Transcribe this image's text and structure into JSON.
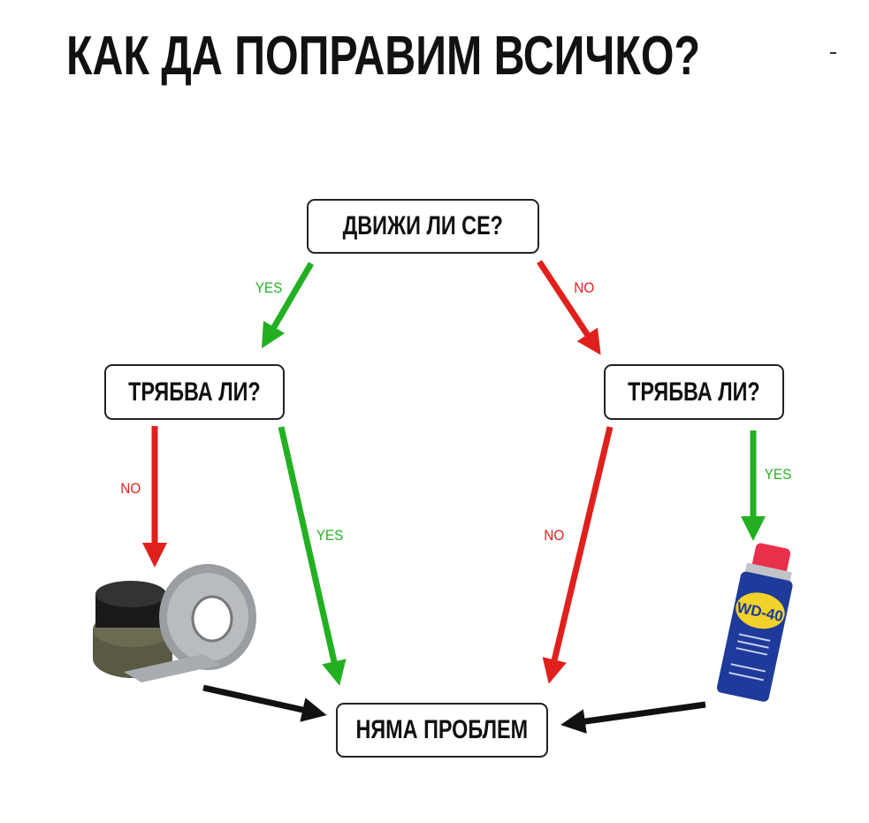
{
  "title": "КАК ДА ПОПРАВИМ ВСИЧКО?",
  "nodes": {
    "start": "ДВИЖИ ЛИ СЕ?",
    "left_question": "ТРЯБВА ЛИ?",
    "right_question": "ТРЯБВА ЛИ?",
    "end": "НЯМА ПРОБЛЕМ"
  },
  "edges": {
    "start_yes": "YES",
    "start_no": "NO",
    "left_no": "NO",
    "left_yes": "YES",
    "right_no": "NO",
    "right_yes": "YES"
  },
  "images": {
    "tape": "duct-tape",
    "spray": "WD-40"
  },
  "colors": {
    "yes": "#22b022",
    "no": "#e0201c",
    "neutral": "#111111"
  }
}
